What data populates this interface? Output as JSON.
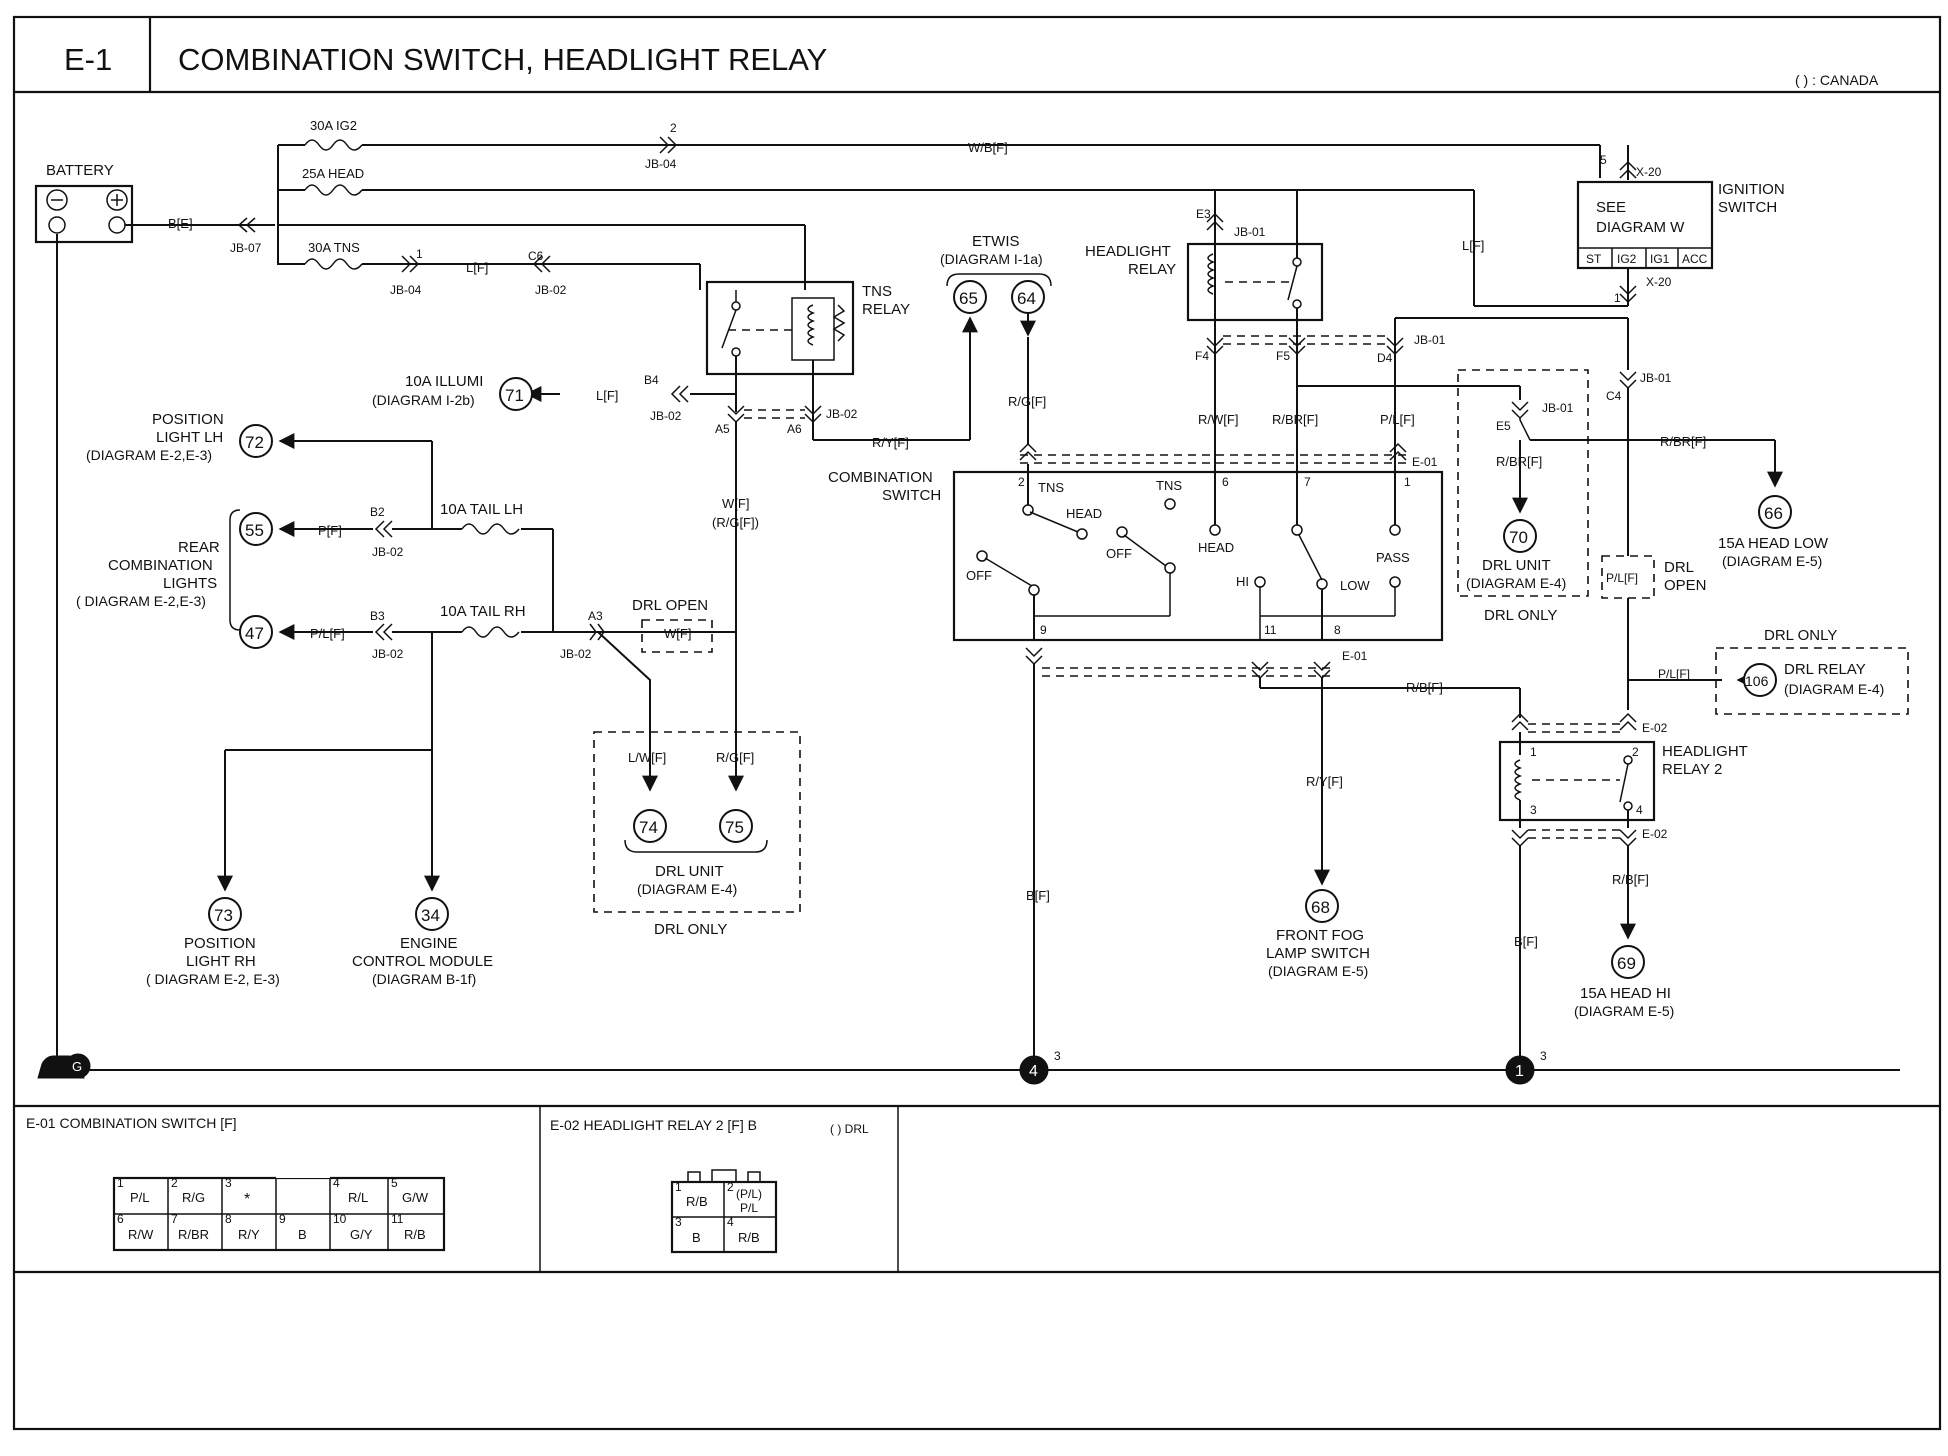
{
  "header": {
    "code": "E-1",
    "title": "COMBINATION SWITCH, HEADLIGHT RELAY",
    "canada_note": "(     ) : CANADA"
  },
  "battery": {
    "label": "BATTERY",
    "wire": "B[E]",
    "connector": "JB-07"
  },
  "fuses": {
    "ig2": "30A IG2",
    "head": "25A HEAD",
    "tns": "30A TNS",
    "illumi": "10A ILLUMI",
    "illumi_ref": "(DIAGRAM  I-2b)",
    "tail_lh": "10A TAIL LH",
    "tail_rh": "10A TAIL RH",
    "head_low": "15A HEAD LOW",
    "head_low_ref": "(DIAGRAM    E-5)",
    "head_hi": "15A HEAD HI",
    "head_hi_ref": "(DIAGRAM  E-5)"
  },
  "connectors": {
    "jb04": "JB-04",
    "jb02": "JB-02",
    "jb01": "JB-01",
    "e01": "E-01",
    "e02": "E-02",
    "x20": "X-20",
    "c6": "C6",
    "b4": "B4",
    "b2": "B2",
    "b3": "B3",
    "a3": "A3",
    "a5": "A5",
    "a6": "A6",
    "e3": "E3",
    "f4": "F4",
    "f5": "F5",
    "d4": "D4",
    "c4": "C4",
    "e5": "E5",
    "p1": "1",
    "p2": "2",
    "p3": "3",
    "p4": "4",
    "p5": "5",
    "p6": "6",
    "p7": "7",
    "p8": "8",
    "p9": "9",
    "p11": "11"
  },
  "wires": {
    "wb": "W/B[F]",
    "l": "L[F]",
    "ry": "R/Y[F]",
    "rg": "R/G[F]",
    "p": "P[F]",
    "pl": "P/L[F]",
    "w": "W[F]",
    "rg_paren": "(R/G[F])",
    "wbox": "W[F]",
    "lw": "L/W[F]",
    "rg2": "R/G[F]",
    "rw": "R/W[F]",
    "rbr": "R/BR[F]",
    "pl2": "P/L[F]",
    "rbr2": "R/BR[F]",
    "rbr3": "R/BR[F]",
    "plbox": "P/L[F]",
    "pl3": "P/L[F]",
    "rb": "R/B[F]",
    "rb2": "R/B[F]",
    "bf": "B[F]",
    "bf2": "B[F]",
    "ry2": "R/Y[F]"
  },
  "components": {
    "tns_relay": "TNS",
    "tns_relay2": "RELAY",
    "headlight_relay": "HEADLIGHT",
    "headlight_relay2": "RELAY",
    "headlight_relay_2a": "HEADLIGHT",
    "headlight_relay_2b": "RELAY 2",
    "ignition_switch": "IGNITION",
    "ignition_switch2": "SWITCH",
    "ignition_see": "SEE",
    "ignition_diagram": "DIAGRAM  W",
    "ign_st": "ST",
    "ign_ig2": "IG2",
    "ign_ig1": "IG1",
    "ign_acc": "ACC",
    "etwis": "ETWIS",
    "etwis_ref": "(DIAGRAM  I-1a)",
    "combination_switch": "COMBINATION",
    "combination_switch2": "SWITCH",
    "cs_tns": "TNS",
    "cs_head": "HEAD",
    "cs_tns2": "TNS",
    "cs_off": "OFF",
    "cs_off2": "OFF",
    "cs_head2": "HEAD",
    "cs_pass": "PASS",
    "cs_hi": "HI",
    "cs_low": "LOW",
    "drl_open": "DRL OPEN",
    "drl_open2a": "DRL",
    "drl_open2b": "OPEN",
    "drl_only": "DRL ONLY",
    "drl_only2": "DRL ONLY",
    "drl_only3": "DRL ONLY",
    "drl_unit": "DRL UNIT",
    "drl_unit_ref": "(DIAGRAM  E-4)",
    "drl_unit2": "DRL UNIT",
    "drl_unit2_ref": "(DIAGRAM  E-4)",
    "drl_relay": "DRL RELAY",
    "drl_relay_ref": "(DIAGRAM  E-4)",
    "pos_lh1": "POSITION",
    "pos_lh2": "LIGHT LH",
    "pos_lh_ref": "(DIAGRAM  E-2,E-3)",
    "rear1": "REAR",
    "rear2": "COMBINATION",
    "rear3": "LIGHTS",
    "rear_ref": "( DIAGRAM  E-2,E-3)",
    "pos_rh1": "POSITION",
    "pos_rh2": "LIGHT RH",
    "pos_rh_ref": "( DIAGRAM  E-2, E-3)",
    "ecm1": "ENGINE",
    "ecm2": "CONTROL MODULE",
    "ecm_ref": "(DIAGRAM  B-1f)",
    "fog1": "FRONT FOG",
    "fog2": "LAMP SWITCH",
    "fog_ref": "(DIAGRAM  E-5)"
  },
  "refs": {
    "r65": "65",
    "r64": "64",
    "r71": "71",
    "r72": "72",
    "r55": "55",
    "r47": "47",
    "r73": "73",
    "r34": "34",
    "r74": "74",
    "r75": "75",
    "r70": "70",
    "r66": "66",
    "r106": "106",
    "r68": "68",
    "r69": "69"
  },
  "grounds": {
    "g": "G",
    "g4": "4",
    "g1": "1",
    "g4sup": "3",
    "g1sup": "3"
  },
  "connector_views": {
    "e01_title": "E-01 COMBINATION SWITCH [F]",
    "e01_pins": [
      {
        "n": "1",
        "v": "P/L"
      },
      {
        "n": "2",
        "v": "R/G"
      },
      {
        "n": "3",
        "v": "*"
      },
      {
        "n": "4",
        "v": "R/L"
      },
      {
        "n": "5",
        "v": "G/W"
      },
      {
        "n": "6",
        "v": "R/W"
      },
      {
        "n": "7",
        "v": "R/BR"
      },
      {
        "n": "8",
        "v": "R/Y"
      },
      {
        "n": "9",
        "v": "B"
      },
      {
        "n": "10",
        "v": "G/Y"
      },
      {
        "n": "11",
        "v": "R/B"
      }
    ],
    "e02_title": "E-02 HEADLIGHT RELAY 2 [F] B",
    "e02_note": "(   )  DRL",
    "e02_pins": [
      {
        "n": "1",
        "v": "R/B"
      },
      {
        "n": "2",
        "v": "(P/L)"
      },
      {
        "n": "2b",
        "v": "P/L"
      },
      {
        "n": "3",
        "v": "B"
      },
      {
        "n": "4",
        "v": "R/B"
      }
    ]
  }
}
